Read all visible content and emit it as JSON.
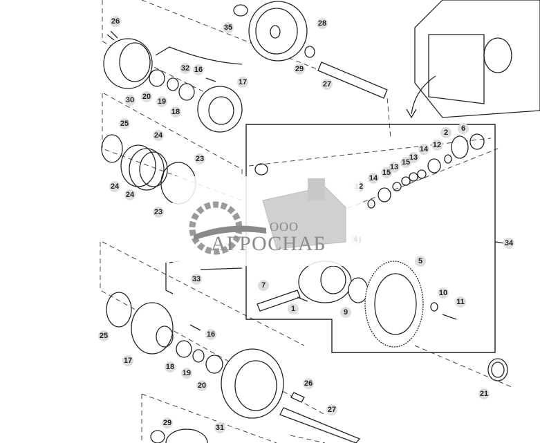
{
  "diagram": {
    "type": "exploded parts diagram",
    "callouts": [
      "26",
      "35",
      "28",
      "32",
      "16",
      "29",
      "27",
      "30",
      "20",
      "19",
      "18",
      "17",
      "25",
      "24",
      "24",
      "24",
      "23",
      "23",
      "2",
      "6",
      "12",
      "14",
      "13",
      "15",
      "13",
      "15",
      "14",
      "12",
      "4",
      "5",
      "7",
      "1",
      "9",
      "10",
      "11",
      "33",
      "34",
      "25",
      "17",
      "16",
      "18",
      "19",
      "20",
      "26",
      "31",
      "27",
      "29",
      "21"
    ],
    "colors": {
      "line": "#222222",
      "callout_bg": "#dedede",
      "watermark": "#8a8a8a"
    }
  },
  "watermark": {
    "prefix": "ООО",
    "name": "АГРОСНАБ"
  }
}
